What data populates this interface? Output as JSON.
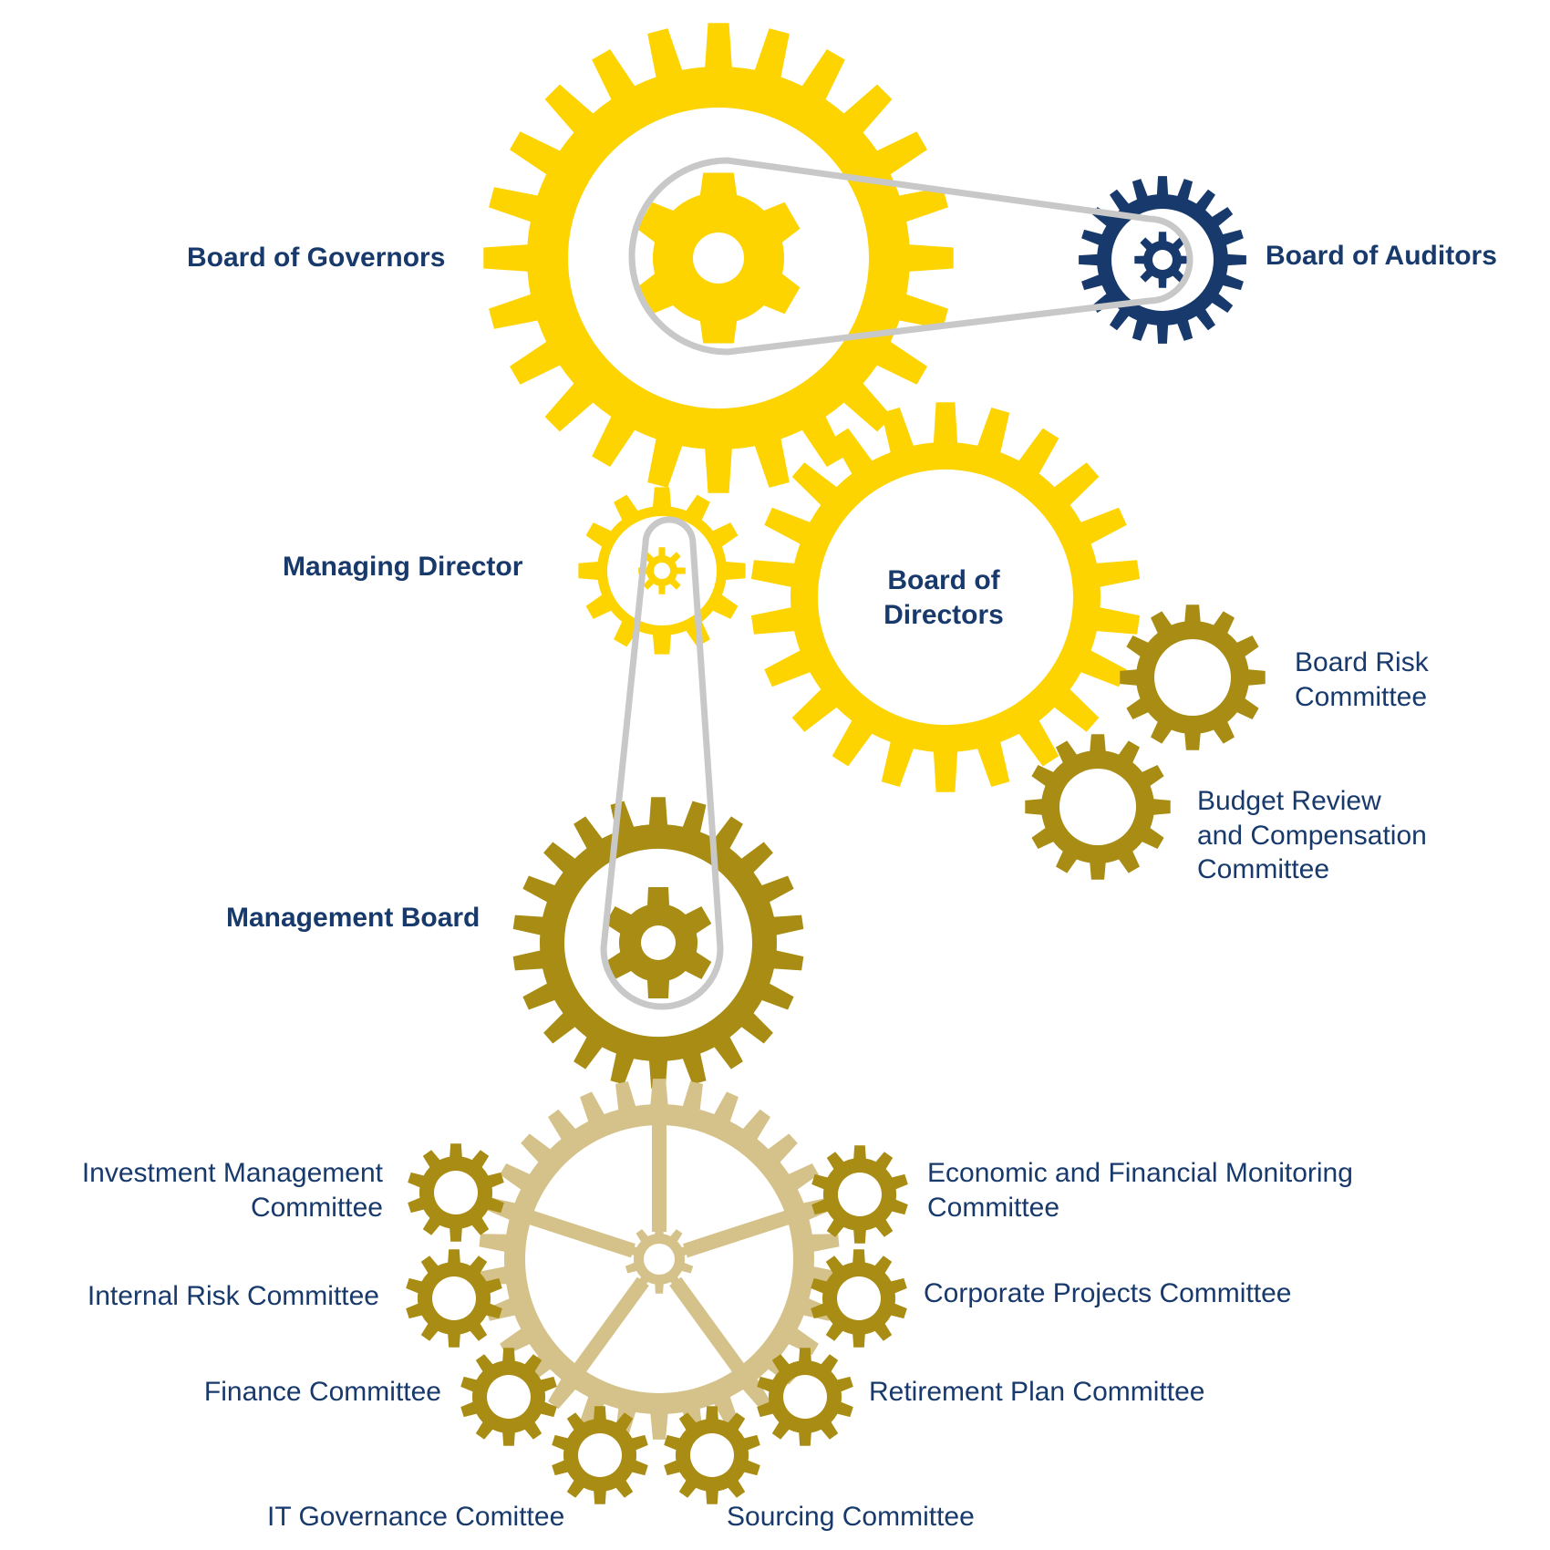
{
  "colors": {
    "yellow": "#fdd300",
    "navy": "#17396b",
    "olive": "#a88c13",
    "tan": "#d5c28a",
    "belt": "#c8c8c8",
    "text": "#17396b",
    "background": "#ffffff"
  },
  "labels": {
    "board_of_governors": "Board of Governors",
    "board_of_auditors": "Board of Auditors",
    "managing_director": "Managing Director",
    "board_of_directors": [
      "Board of",
      "Directors"
    ],
    "board_risk_committee": [
      "Board Risk",
      "Committee"
    ],
    "budget_review_committee": [
      "Budget Review",
      "and Compensation",
      "Committee"
    ],
    "management_board": "Management Board",
    "investment_management_committee": [
      "Investment Management",
      "Committee"
    ],
    "internal_risk_committee": "Internal Risk Committee",
    "finance_committee": "Finance Committee",
    "it_governance_committee": "IT Governance Comittee",
    "sourcing_committee": "Sourcing Committee",
    "retirement_plan_committee": "Retirement Plan Committee",
    "corporate_projects_committee": "Corporate Projects Committee",
    "economic_financial_monitoring_committee": [
      "Economic and Financial Monitoring",
      "Committee"
    ]
  }
}
